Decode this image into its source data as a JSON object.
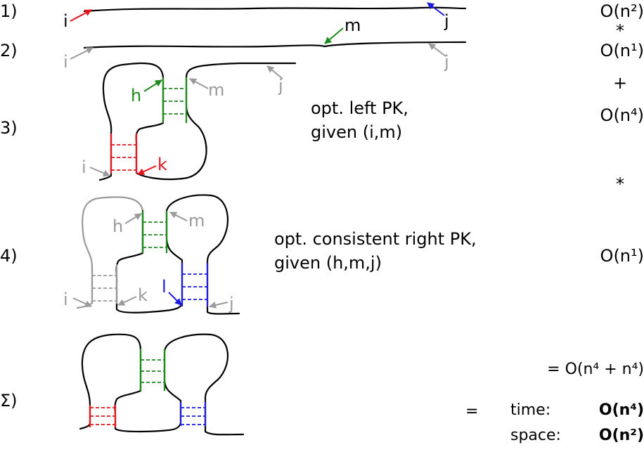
{
  "colors": {
    "red": "#e8141b",
    "green": "#1a8a1a",
    "blue": "#1a1ae0",
    "gray": "#9a9a9a",
    "black": "#000000"
  },
  "rows": {
    "r1": {
      "label": "1)",
      "complexity": "O(n²)",
      "labels": {
        "i": "i",
        "j": "j",
        "m": "m"
      }
    },
    "r2": {
      "label": "2)",
      "complexity": "O(n¹)",
      "labels": {
        "i": "i",
        "j": "j"
      }
    },
    "r3": {
      "label": "3)",
      "complexity": "O(n⁴)",
      "desc": [
        "opt. left PK,",
        "given (i,m)"
      ],
      "labels": {
        "h": "h",
        "m": "m",
        "j": "j",
        "i": "i",
        "k": "k"
      }
    },
    "r4": {
      "label": "4)",
      "complexity": "O(n¹)",
      "desc": [
        "opt. consistent right PK,",
        "given (h,m,j)"
      ],
      "labels": {
        "h": "h",
        "m": "m",
        "i": "i",
        "k": "k",
        "l": "l",
        "j": "j"
      }
    },
    "sum": {
      "label": "Σ)",
      "total": "= O(n⁴ + n⁴)",
      "eq": "=",
      "time_label": "time:",
      "time_value": "O(n⁴)",
      "space_label": "space:",
      "space_value": "O(n²)"
    }
  },
  "operators": {
    "op1": "*",
    "op2": "+",
    "op3": "*"
  }
}
